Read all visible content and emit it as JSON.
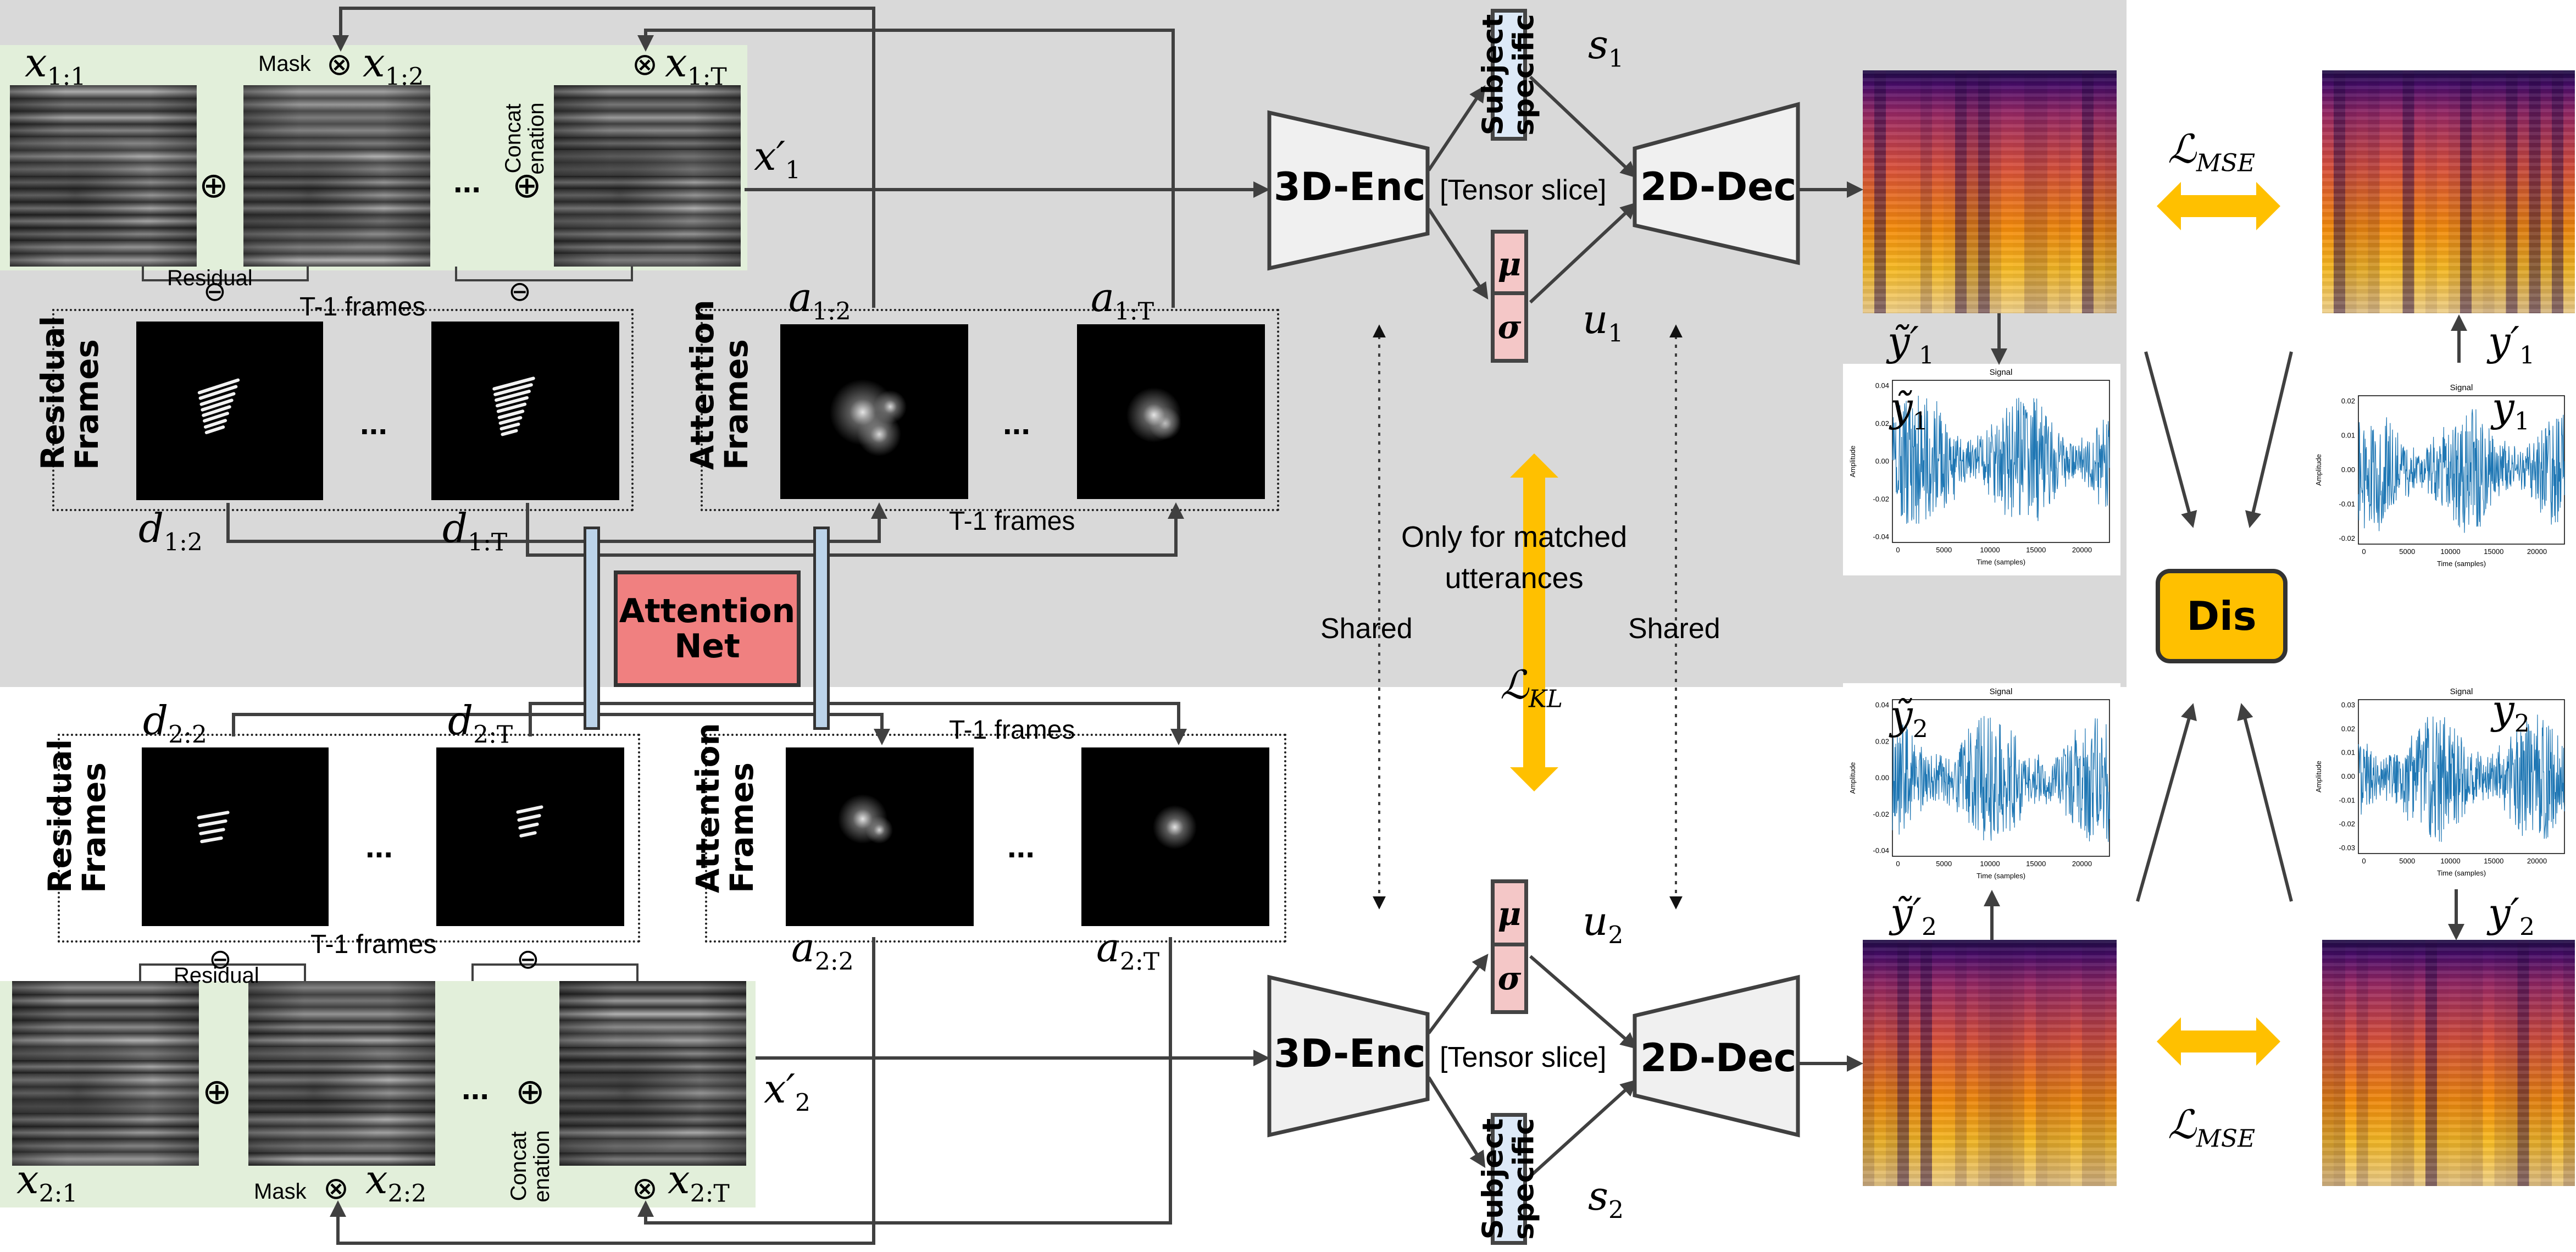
{
  "labels": {
    "mask": "Mask",
    "concat": "Concat\nenation",
    "residual": "Residual",
    "t1_frames": "T-1 frames",
    "residual_frames": "Residual\nFrames",
    "attention_frames": "Attention\nFrames",
    "attention_net": "Attention\nNet",
    "enc": "3D-Enc",
    "dec": "2D-Dec",
    "tensor_slice": "[Tensor slice]",
    "subject_specific": "Subject\nspecific",
    "mu": "μ",
    "sigma": "σ",
    "dis": "Dis",
    "shared": "Shared",
    "only_matched": "Only for matched\nutterances",
    "ellipsis": "...",
    "oplus": "⊕",
    "otimes": "⊗",
    "ominus": "⊖"
  },
  "math": {
    "x11": "x",
    "x11_sub": "1:1",
    "x12": "x",
    "x12_sub": "1:2",
    "x1T": "x",
    "x1T_sub": "1:T",
    "x1p": "x′",
    "x1p_sub": "1",
    "a12": "a",
    "a12_sub": "1:2",
    "a1T": "a",
    "a1T_sub": "1:T",
    "d12": "d",
    "d12_sub": "1:2",
    "d1T": "d",
    "d1T_sub": "1:T",
    "d22": "d",
    "d22_sub": "2:2",
    "d2T": "d",
    "d2T_sub": "2:T",
    "a22": "a",
    "a22_sub": "2:2",
    "a2T": "a",
    "a2T_sub": "2:T",
    "x21": "x",
    "x21_sub": "2:1",
    "x22": "x",
    "x22_sub": "2:2",
    "x2T": "x",
    "x2T_sub": "2:T",
    "x2p": "x′",
    "x2p_sub": "2",
    "s1": "s",
    "s1_sub": "1",
    "s2": "s",
    "s2_sub": "2",
    "u1": "u",
    "u1_sub": "1",
    "u2": "u",
    "u2_sub": "2",
    "yt1p": "ỹ′",
    "yt1p_sub": "1",
    "yt1": "ỹ",
    "yt1_sub": "1",
    "y1p": "y′",
    "y1p_sub": "1",
    "y1": "y",
    "y1_sub": "1",
    "yt2": "ỹ",
    "yt2_sub": "2",
    "yt2p": "ỹ′",
    "yt2p_sub": "2",
    "y2": "y",
    "y2_sub": "2",
    "y2p": "y′",
    "y2p_sub": "2",
    "lmse": "ℒ",
    "lmse_sub": "MSE",
    "lkl": "ℒ",
    "lkl_sub": "KL"
  },
  "signal_plots": {
    "title": "Signal",
    "ylabel": "Amplitude",
    "xlabel": "Time (samples)",
    "xticks": [
      "0",
      "5000",
      "10000",
      "15000",
      "20000"
    ],
    "plots": [
      {
        "id": "yt1",
        "yticks": [
          "0.04",
          "0.02",
          "0.00",
          "-0.02",
          "-0.04"
        ]
      },
      {
        "id": "y1",
        "yticks": [
          "0.02",
          "0.01",
          "0.00",
          "-0.01",
          "-0.02"
        ]
      },
      {
        "id": "yt2",
        "yticks": [
          "0.04",
          "0.02",
          "0.00",
          "-0.02",
          "-0.04"
        ]
      },
      {
        "id": "y2",
        "yticks": [
          "0.03",
          "0.02",
          "0.01",
          "0.00",
          "-0.01",
          "-0.02",
          "-0.03"
        ]
      }
    ]
  },
  "colors": {
    "gray_panel": "#d9d9d9",
    "green_panel": "#e2efda",
    "attention_net": "#f08080",
    "dis": "#ffc000",
    "arrow_yellow": "#ffc000",
    "signal_blue": "#1f77b4",
    "subject_box": "#dde9f7",
    "musig_box": "#f4c7c7"
  }
}
